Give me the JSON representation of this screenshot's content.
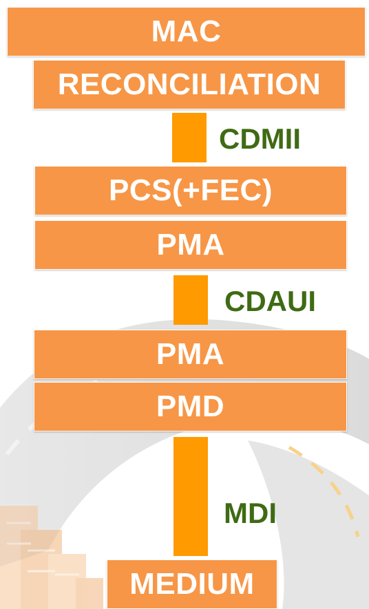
{
  "stack": {
    "mac": "MAC",
    "reconciliation": "RECONCILIATION",
    "pcs": "PCS(+FEC)",
    "pma_upper": "PMA",
    "pma_lower": "PMA",
    "pmd": "PMD",
    "medium": "MEDIUM"
  },
  "interfaces": {
    "cdmii": "CDMII",
    "cdaui": "CDAUI",
    "mdi": "MDI"
  },
  "colors": {
    "layer_fill": "#f79646",
    "link_fill": "#ff9a00",
    "interface_text": "#3f6b14"
  }
}
